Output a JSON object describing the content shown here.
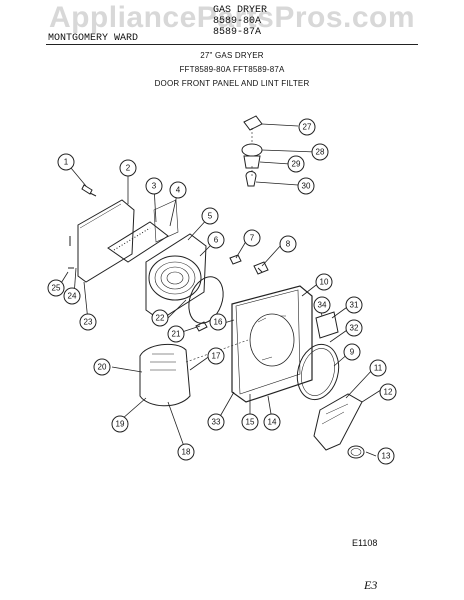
{
  "watermark": "AppliancePartsPros.com",
  "header": {
    "brand": "MONTGOMERY WARD",
    "model_line1": "GAS DRYER",
    "model_line2": "8589-80A",
    "model_line3": "8589-87A"
  },
  "titles": {
    "line1": "27\" GAS DRYER",
    "line2": "FFT8589-80A  FFT8589-87A",
    "line3": "DOOR FRONT PANEL AND LINT FILTER"
  },
  "figure_id": "E1108",
  "page_mark": "E3",
  "callouts": [
    "1",
    "2",
    "3",
    "4",
    "5",
    "6",
    "7",
    "8",
    "9",
    "10",
    "11",
    "12",
    "13",
    "14",
    "15",
    "16",
    "17",
    "18",
    "19",
    "20",
    "21",
    "22",
    "23",
    "24",
    "25",
    "27",
    "28",
    "29",
    "30",
    "31",
    "32",
    "33",
    "34"
  ]
}
